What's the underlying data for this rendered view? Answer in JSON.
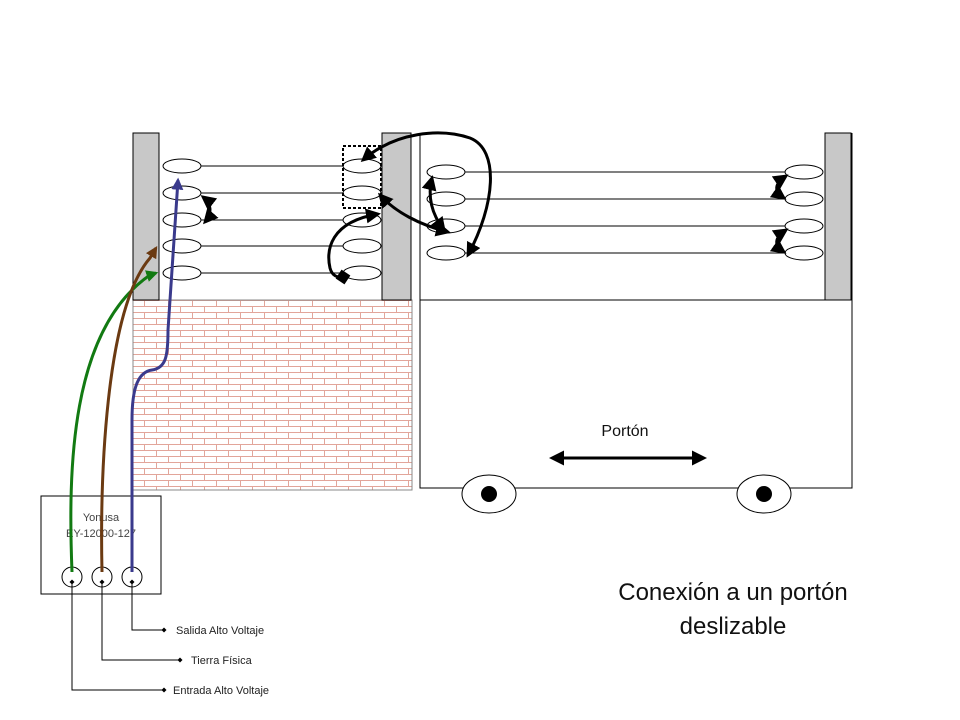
{
  "device": {
    "brand": "Yonusa",
    "model": "EY-12000-127"
  },
  "gate_label": "Portón",
  "title": {
    "line1": "Conexión a un portón",
    "line2": "deslizable"
  },
  "terminals": {
    "output": "Salida Alto Voltaje",
    "ground": "Tierra Física",
    "input": "Entrada Alto Voltaje"
  },
  "colors": {
    "ground_wire": "#6b3a12",
    "output_wire": "#3a3a8c",
    "input_wire": "#127a12",
    "post": "#c8c8c8",
    "brick_line": "#e2a59a"
  }
}
